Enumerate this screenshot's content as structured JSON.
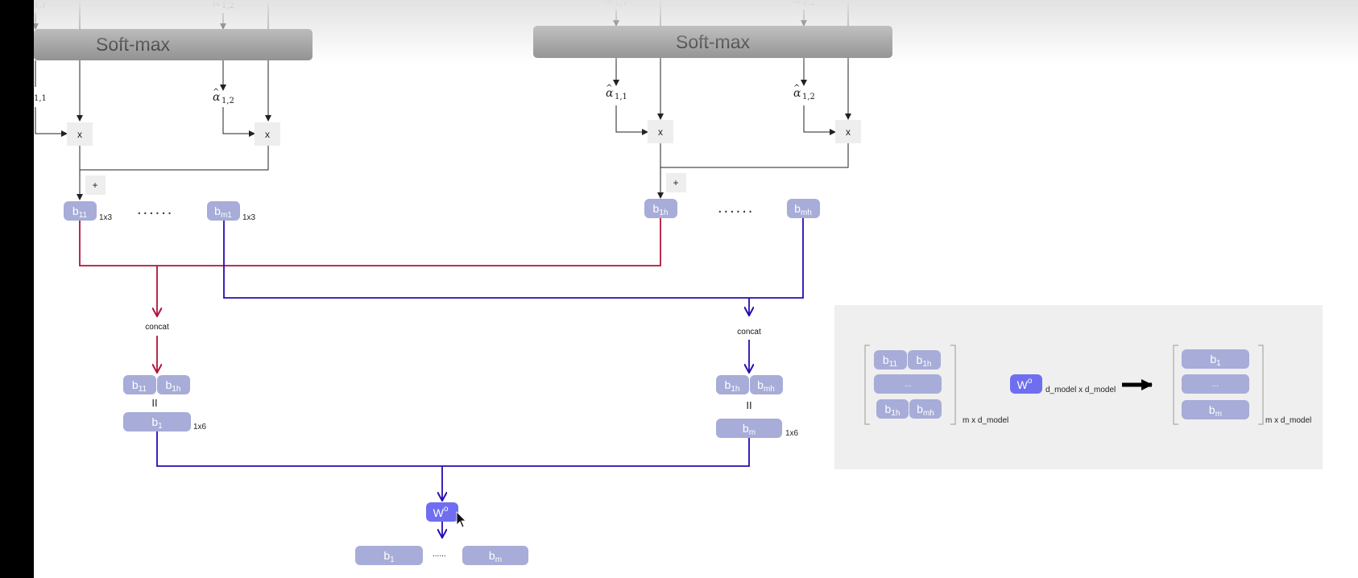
{
  "softmax": {
    "left_label": "Soft-max",
    "right_label": "Soft-max"
  },
  "alpha": {
    "symbol": "α",
    "left_top_partial": "1,1",
    "left_top_sub": "1,2",
    "left_hat_partial": "1,1",
    "left_hat_sub": "1,2",
    "right_top_sub_a": "1,1",
    "right_top_sub_b": "1,2",
    "right_hat_sub_a": "1,1",
    "right_hat_sub_b": "1,2"
  },
  "ops": {
    "multiply": "x",
    "add": "+",
    "equals": "II"
  },
  "heads": {
    "b11_base": "b",
    "b11_sub": "11",
    "bm1_base": "b",
    "bm1_sub": "m1",
    "b1h_base": "b",
    "b1h_sub": "1h",
    "bmh_base": "b",
    "bmh_sub": "mh",
    "b1_base": "b",
    "b1_sub": "1",
    "bm_base": "b",
    "bm_sub": "m",
    "dim_1x3": "1x3",
    "dim_1x6": "1x6",
    "ellipsis_big": "......",
    "ellipsis_small": "......"
  },
  "concat_label": "concat",
  "wo": {
    "base": "W",
    "sup": "o"
  },
  "inset": {
    "left_dim": "m x d_model",
    "wo_dim": "d_model x d_model",
    "right_dim": "m x d_model",
    "ellipsis": "..."
  },
  "colors": {
    "pill": "#a7acd8",
    "wo": "#6f6ef0",
    "red": "#b0143c",
    "blue": "#2a0bb0",
    "softmax": "#8d8d8d",
    "opbox": "#eeeeee",
    "inset_bg": "#efefef"
  }
}
